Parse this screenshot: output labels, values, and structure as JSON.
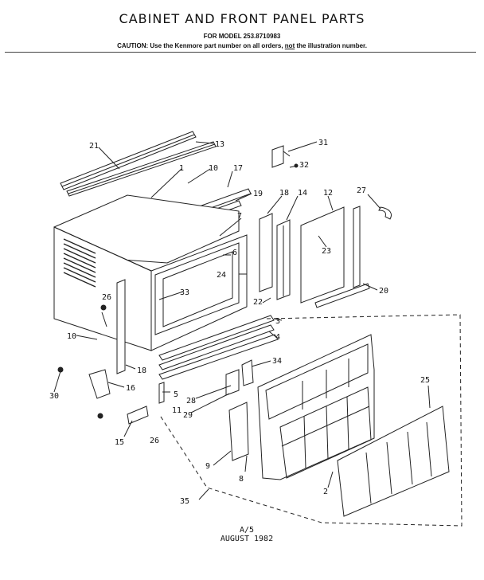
{
  "header": {
    "title": "CABINET AND FRONT PANEL PARTS",
    "model": "FOR MODEL 253.8710983",
    "caution_prefix": "CAUTION: Use the Kenmore part number on all orders,",
    "caution_not": "not",
    "caution_suffix": "the illustration number."
  },
  "callouts": [
    {
      "id": "c21",
      "text": "21"
    },
    {
      "id": "c13",
      "text": "13"
    },
    {
      "id": "c1",
      "text": "1"
    },
    {
      "id": "c10a",
      "text": "10"
    },
    {
      "id": "c17",
      "text": "17"
    },
    {
      "id": "c19",
      "text": "19"
    },
    {
      "id": "c31",
      "text": "31"
    },
    {
      "id": "c32",
      "text": "32"
    },
    {
      "id": "c18a",
      "text": "18"
    },
    {
      "id": "c14",
      "text": "14"
    },
    {
      "id": "c12",
      "text": "12"
    },
    {
      "id": "c27",
      "text": "27"
    },
    {
      "id": "c7",
      "text": "7"
    },
    {
      "id": "c6",
      "text": "6"
    },
    {
      "id": "c24",
      "text": "24"
    },
    {
      "id": "c23",
      "text": "23"
    },
    {
      "id": "c22",
      "text": "22"
    },
    {
      "id": "c20",
      "text": "20"
    },
    {
      "id": "c33",
      "text": "33"
    },
    {
      "id": "c26a",
      "text": "26"
    },
    {
      "id": "c10b",
      "text": "10"
    },
    {
      "id": "c3",
      "text": "3"
    },
    {
      "id": "c4",
      "text": "4"
    },
    {
      "id": "c34",
      "text": "34"
    },
    {
      "id": "c18b",
      "text": "18"
    },
    {
      "id": "c16",
      "text": "16"
    },
    {
      "id": "c30",
      "text": "30"
    },
    {
      "id": "c5",
      "text": "5"
    },
    {
      "id": "c28",
      "text": "28"
    },
    {
      "id": "c11",
      "text": "11"
    },
    {
      "id": "c29",
      "text": "29"
    },
    {
      "id": "c25",
      "text": "25"
    },
    {
      "id": "c15",
      "text": "15"
    },
    {
      "id": "c26b",
      "text": "26"
    },
    {
      "id": "c9",
      "text": "9"
    },
    {
      "id": "c8",
      "text": "8"
    },
    {
      "id": "c2",
      "text": "2"
    },
    {
      "id": "c35",
      "text": "35"
    }
  ],
  "footer": {
    "page": "A/5",
    "date": "AUGUST 1982"
  }
}
